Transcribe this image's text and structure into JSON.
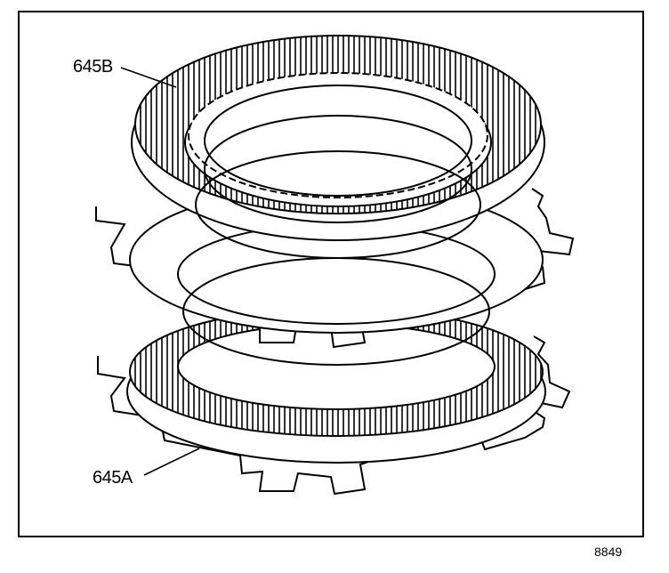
{
  "callouts": {
    "upper_label": "645B",
    "lower_label": "645A"
  },
  "figure_number": "8849",
  "colors": {
    "ink": "#000000",
    "paper": "#ffffff"
  }
}
